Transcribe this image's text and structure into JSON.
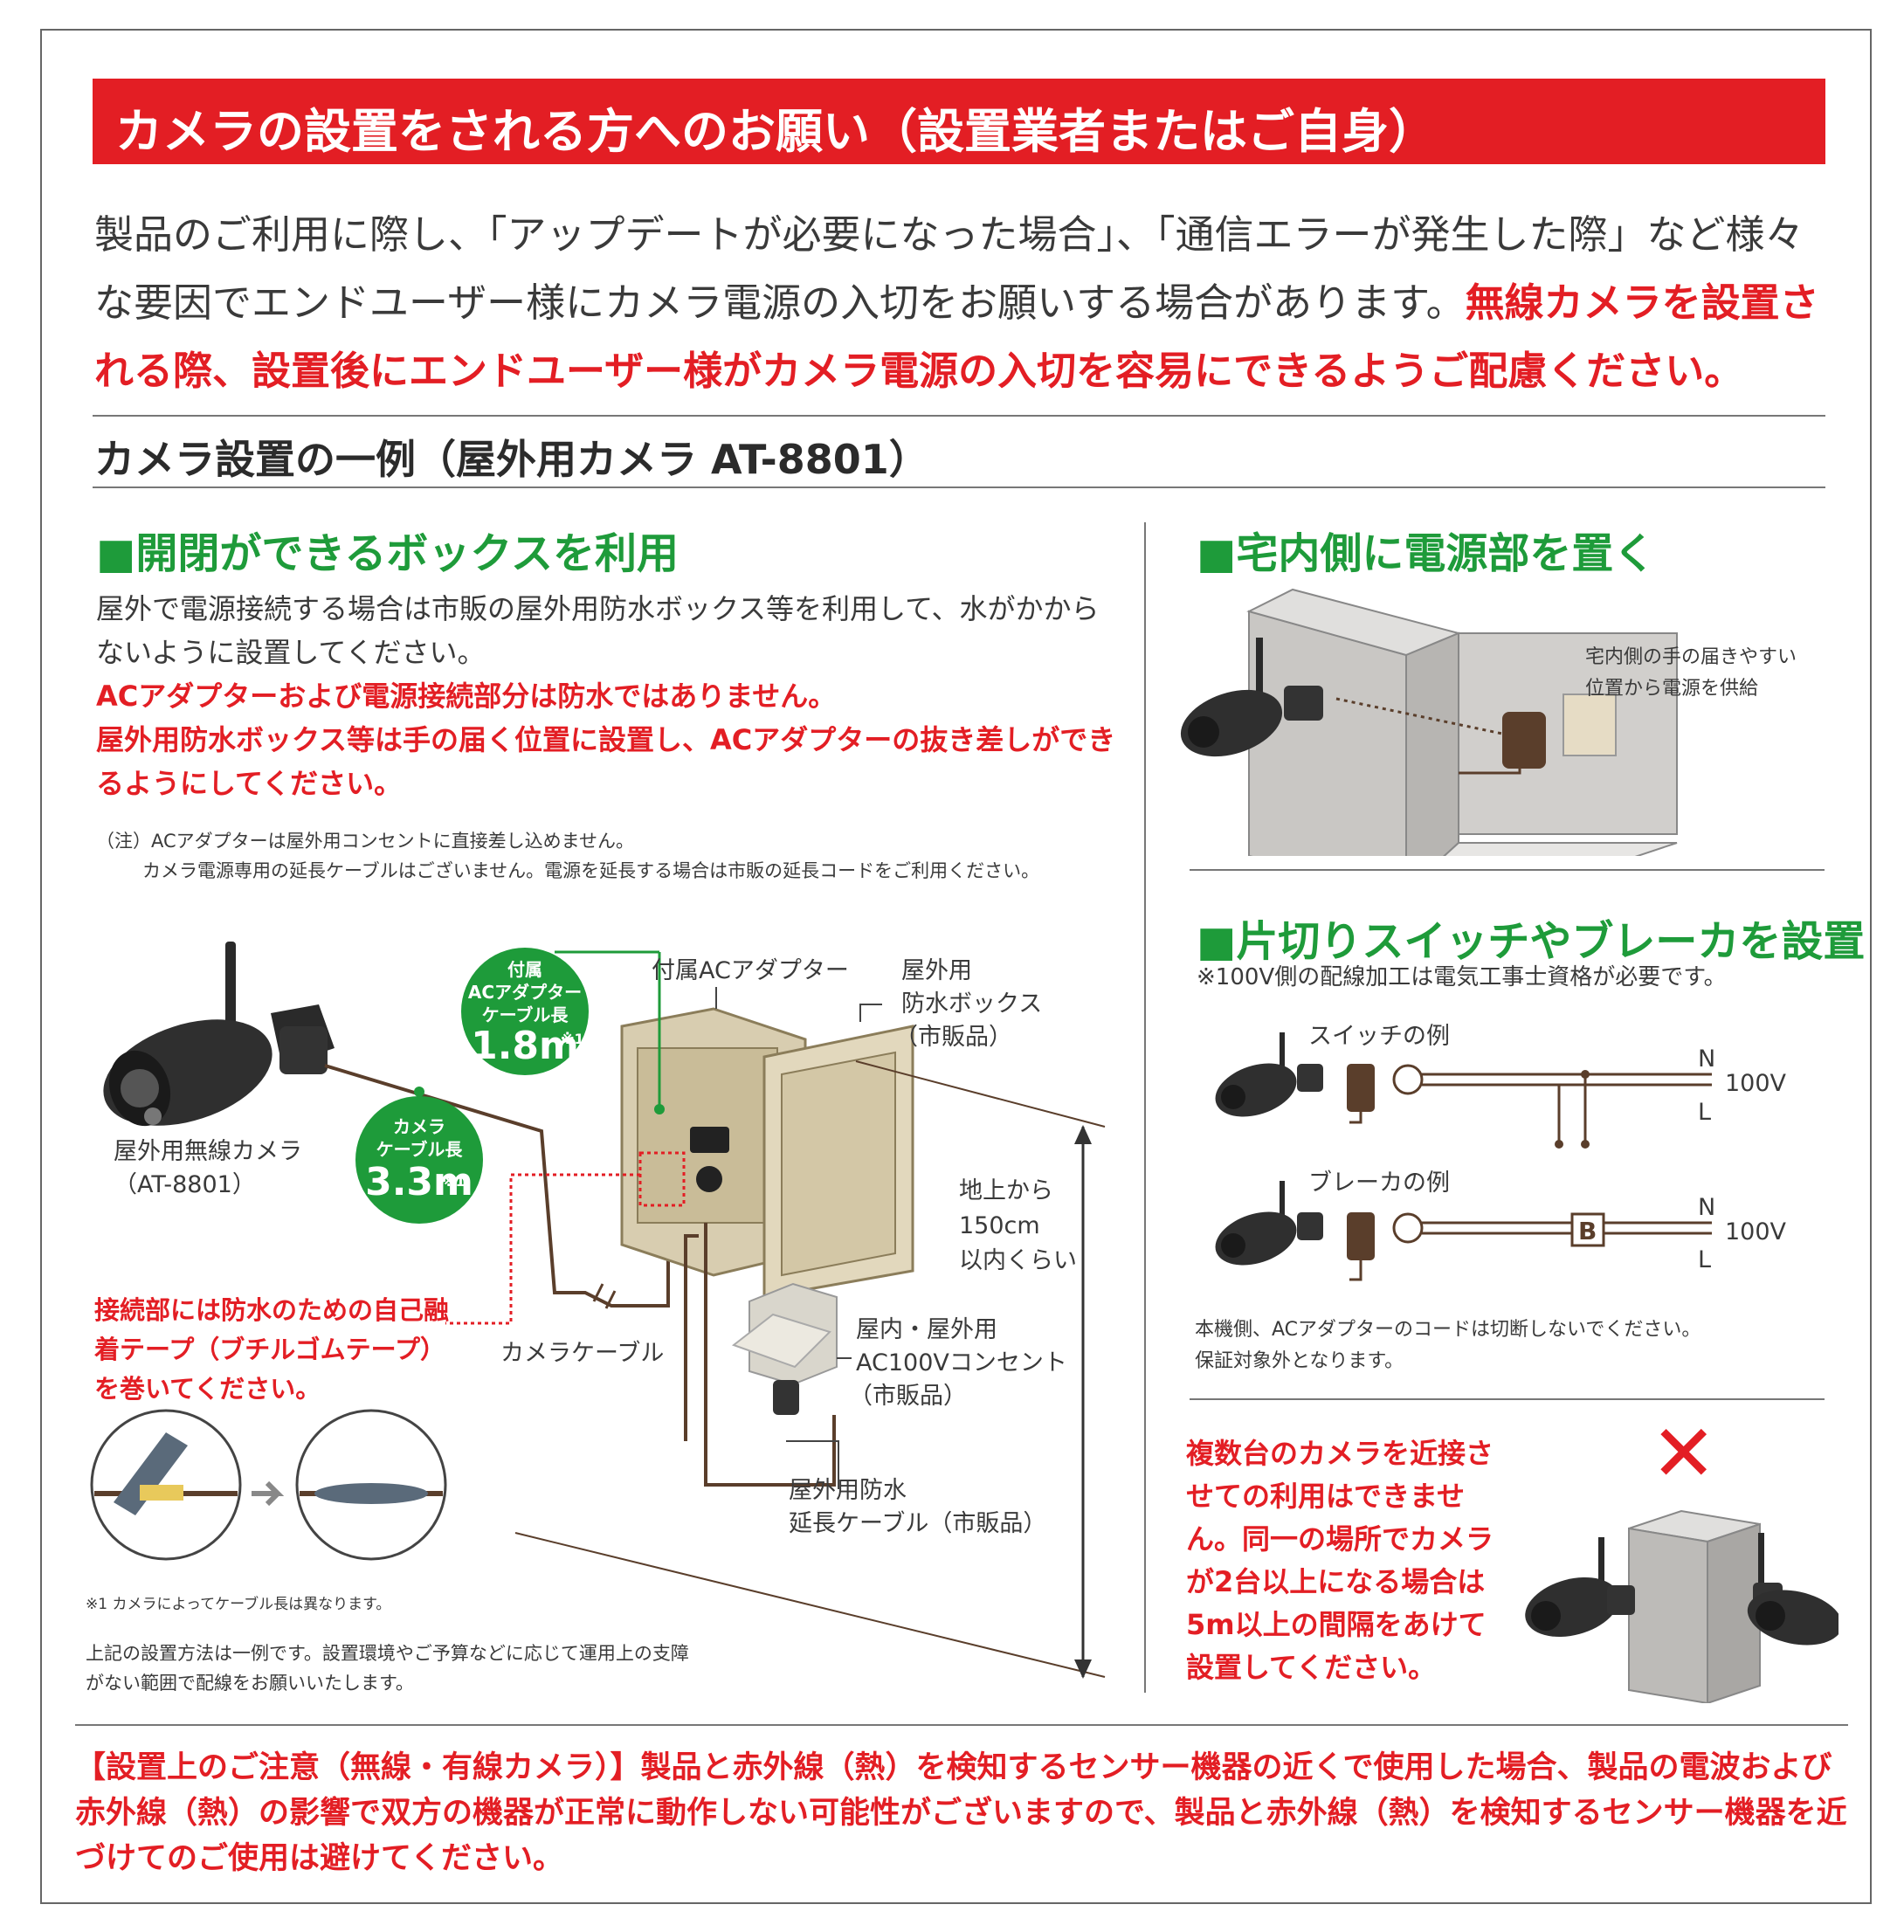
{
  "banner": {
    "title": "カメラの設置をされる方へのお願い（設置業者またはご自身）"
  },
  "intro": {
    "normal": "製品のご利用に際し、「アップデートが必要になった場合」、「通信エラーが発生した際」など様々な要因でエンドユーザー様にカメラ電源の入切をお願いする場合があります。",
    "emphasis": "無線カメラを設置される際、設置後にエンドユーザー様がカメラ電源の入切を容易にできるようご配慮ください。"
  },
  "section": {
    "title": "カメラ設置の一例（屋外用カメラ AT-8801）"
  },
  "left": {
    "heading": "■開閉ができるボックスを利用",
    "body": "屋外で電源接続する場合は市販の屋外用防水ボックス等を利用して、水がかからないように設置してください。",
    "red1": "ACアダプターおよび電源接続部分は防水ではありません。",
    "red2": "屋外用防水ボックス等は手の届く位置に設置し、ACアダプターの抜き差しができるようにしてください。",
    "note_line1": "（注）ACアダプターは屋外用コンセントに直接差し込めません。",
    "note_line2": "カメラ電源専用の延長ケーブルはございません。電源を延長する場合は市販の延長コードをご利用ください。"
  },
  "diagram": {
    "camera_label_1": "屋外用無線カメラ",
    "camera_label_2": "（AT-8801）",
    "circle_adapter_small_1": "付属",
    "circle_adapter_small_2": "ACアダプター",
    "circle_adapter_small_3": "ケーブル長",
    "circle_adapter_value": "1.8m",
    "circle_camera_small_1": "カメラ",
    "circle_camera_small_2": "ケーブル長",
    "circle_camera_value": "3.3m",
    "footnote_mark": "※1",
    "adapter_label": "付属ACアダプター",
    "box_label_1": "屋外用",
    "box_label_2": "防水ボックス",
    "box_label_3": "（市販品）",
    "height_label_1": "地上から",
    "height_label_2": "150cm",
    "height_label_3": "以内くらい",
    "outlet_label_1": "屋内・屋外用",
    "outlet_label_2": "AC100Vコンセント",
    "outlet_label_3": "（市販品）",
    "cable_label": "カメラケーブル",
    "ext_label_1": "屋外用防水",
    "ext_label_2": "延長ケーブル（市販品）",
    "tape_note": "接続部には防水のための自己融着テープ（ブチルゴムテープ）を巻いてください。",
    "footnote": "※1 カメラによってケーブル長は異なります。",
    "disclaimer": "上記の設置方法は一例です。設置環境やご予算などに応じて運用上の支障がない範囲で配線をお願いいたします。"
  },
  "right_top": {
    "heading": "■宅内側に電源部を置く",
    "caption_1": "宅内側の手の届きやすい",
    "caption_2": "位置から電源を供給"
  },
  "right_mid": {
    "heading": "■片切りスイッチやブレーカを設置",
    "note": "※100V側の配線加工は電気工事士資格が必要です。",
    "switch_label": "スイッチの例",
    "breaker_label": "ブレーカの例",
    "n": "N",
    "l": "L",
    "voltage": "100V",
    "breaker_letter": "B",
    "warn_1": "本機側、ACアダプターのコードは切断しないでください。",
    "warn_2": "保証対象外となります。"
  },
  "right_bottom": {
    "text": "複数台のカメラを近接させての利用はできません。同一の場所でカメラが2台以上になる場合は5m以上の間隔をあけて設置してください。",
    "cross": "✕"
  },
  "bottom": {
    "text": "【設置上のご注意（無線・有線カメラ）】製品と赤外線（熱）を検知するセンサー機器の近くで使用した場合、製品の電波および赤外線（熱）の影響で双方の機器が正常に動作しない可能性がございますので、製品と赤外線（熱）を検知するセンサー機器を近づけてのご使用は避けてください。"
  },
  "colors": {
    "accent_red": "#e31e24",
    "accent_green": "#1e9b3a",
    "wire": "#5a3e2b",
    "wall": "#bdbbb8"
  }
}
